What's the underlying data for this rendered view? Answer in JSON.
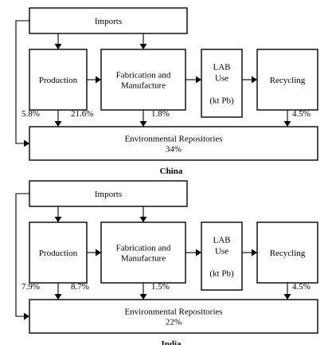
{
  "panels": [
    {
      "id": "china",
      "caption": "China",
      "boxes": {
        "imports": [
          "Imports"
        ],
        "production": [
          "Production"
        ],
        "fabrication": [
          "Fabrication and",
          "Manufacture"
        ],
        "lab": [
          "LAB",
          "Use",
          "",
          "(kt Pb)"
        ],
        "recycling": [
          "Recycling"
        ],
        "env": [
          "Environmental Repositories",
          "34%"
        ]
      },
      "flows": {
        "imports_to_env": "5.8%",
        "production_to_env": "21.6%",
        "fabrication_to_env": "1.8%",
        "recycling_to_env": "4.5%"
      }
    },
    {
      "id": "india",
      "caption": "India",
      "boxes": {
        "imports": [
          "Imports"
        ],
        "production": [
          "Production"
        ],
        "fabrication": [
          "Fabrication and",
          "Manufacture"
        ],
        "lab": [
          "LAB",
          "Use",
          "",
          "(kt Pb)"
        ],
        "recycling": [
          "Recycling"
        ],
        "env": [
          "Environmental Repositories",
          "22%"
        ]
      },
      "flows": {
        "imports_to_env": "7.9%",
        "production_to_env": "8.7%",
        "fabrication_to_env": "1.5%",
        "recycling_to_env": "4.5%"
      }
    }
  ]
}
